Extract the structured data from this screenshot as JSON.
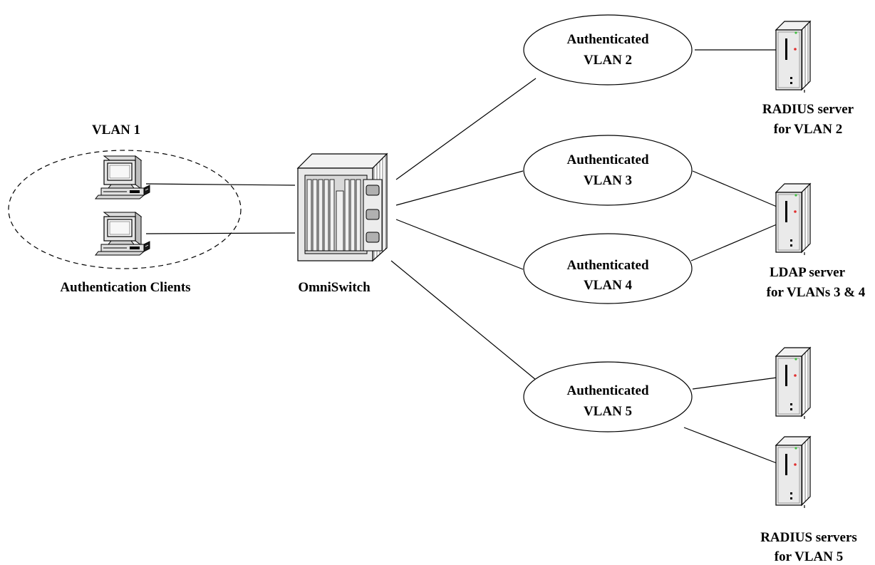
{
  "diagram": {
    "client_group": {
      "label": "VLAN 1",
      "caption": "Authentication Clients"
    },
    "switch": {
      "caption": "OmniSwitch"
    },
    "vlans": [
      {
        "line1": "Authenticated",
        "line2": "VLAN 2"
      },
      {
        "line1": "Authenticated",
        "line2": "VLAN 3"
      },
      {
        "line1": "Authenticated",
        "line2": "VLAN 4"
      },
      {
        "line1": "Authenticated",
        "line2": "VLAN 5"
      }
    ],
    "servers": {
      "radius_vlan2": {
        "line1": "RADIUS server",
        "line2": "for VLAN 2"
      },
      "ldap": {
        "line1": "LDAP server",
        "line2": "for VLANs 3 & 4"
      },
      "radius_vlan5": {
        "line1": "RADIUS servers",
        "line2": "for VLAN 5"
      }
    }
  }
}
